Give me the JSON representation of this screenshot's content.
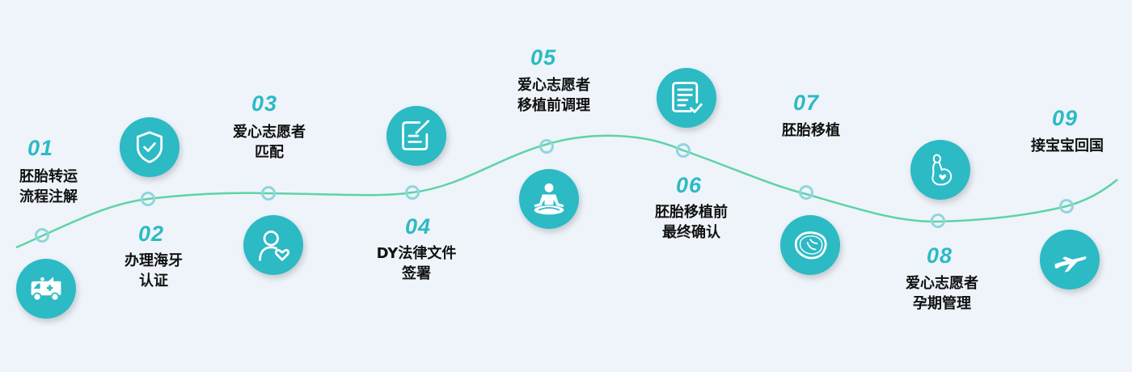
{
  "title": "胚胎转运流程",
  "colors": {
    "accent": "#2cbac5",
    "line": "#5fd3a6",
    "background": "#eef4fa"
  },
  "steps": [
    {
      "number": "01",
      "lines": [
        "胚胎转运",
        "流程注解"
      ],
      "icon": "ambulance-icon"
    },
    {
      "number": "02",
      "lines": [
        "办理海牙",
        "认证"
      ],
      "icon": "shield-check-icon"
    },
    {
      "number": "03",
      "lines": [
        "爱心志愿者",
        "匹配"
      ],
      "icon": "user-heart-icon"
    },
    {
      "number": "04",
      "lines": [
        "DY法律文件",
        "签署"
      ],
      "icon": "edit-document-icon"
    },
    {
      "number": "05",
      "lines": [
        "爱心志愿者",
        "移植前调理"
      ],
      "icon": "meditation-icon"
    },
    {
      "number": "06",
      "lines": [
        "胚胎移植前",
        "最终确认"
      ],
      "icon": "checklist-icon"
    },
    {
      "number": "07",
      "lines": [
        "胚胎移植"
      ],
      "icon": "embryo-icon"
    },
    {
      "number": "08",
      "lines": [
        "爱心志愿者",
        "孕期管理"
      ],
      "icon": "pregnant-woman-icon"
    },
    {
      "number": "09",
      "lines": [
        "接宝宝回国"
      ],
      "icon": "airplane-icon"
    }
  ]
}
